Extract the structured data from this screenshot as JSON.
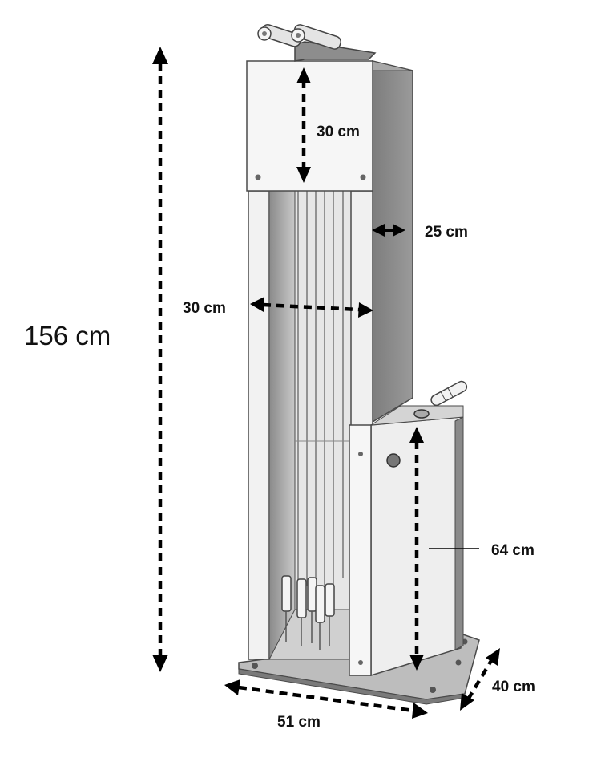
{
  "diagram": {
    "subject": "bike-repair-station",
    "colors": {
      "panel_light": "#f4f4f4",
      "panel_mid": "#d9d9d9",
      "panel_dark": "#8f8f8f",
      "panel_shadow": "#6e6e6e",
      "outline": "#4a4a4a",
      "arrow": "#000000"
    },
    "dimensions": {
      "total_height": "156 cm",
      "top_box_height": "30 cm",
      "column_depth": "25 cm",
      "column_width": "30 cm",
      "pump_height": "64 cm",
      "base_depth": "40 cm",
      "base_width": "51 cm"
    }
  }
}
